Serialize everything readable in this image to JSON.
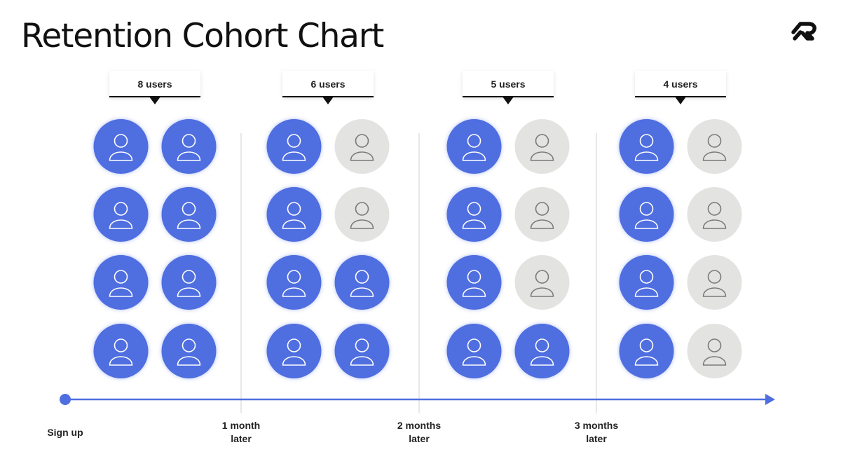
{
  "title": "Retention Cohort Chart",
  "logo_icon": "brand-logo-icon",
  "user_icon": "user-icon",
  "colors": {
    "retained": "#4f6ee0",
    "churned": "#e3e3e1",
    "retained_icon": "#ffffff",
    "churned_icon": "#7a7a7a",
    "axis": "#4f6ee0",
    "divider": "#d9d9d9"
  },
  "chart_data": {
    "type": "pictogram",
    "title": "Retention Cohort Chart",
    "total_users": 8,
    "periods": [
      {
        "label_lines": [
          "Sign up"
        ],
        "callout": "8 users",
        "value": 8
      },
      {
        "label_lines": [
          "1 month",
          "later"
        ],
        "callout": "6 users",
        "value": 6
      },
      {
        "label_lines": [
          "2 months",
          "later"
        ],
        "callout": "5 users",
        "value": 5
      },
      {
        "label_lines": [
          "3 months",
          "later"
        ],
        "callout": "4 users",
        "value": 4
      }
    ],
    "grid_rows": 4,
    "grid_cols": 2
  }
}
